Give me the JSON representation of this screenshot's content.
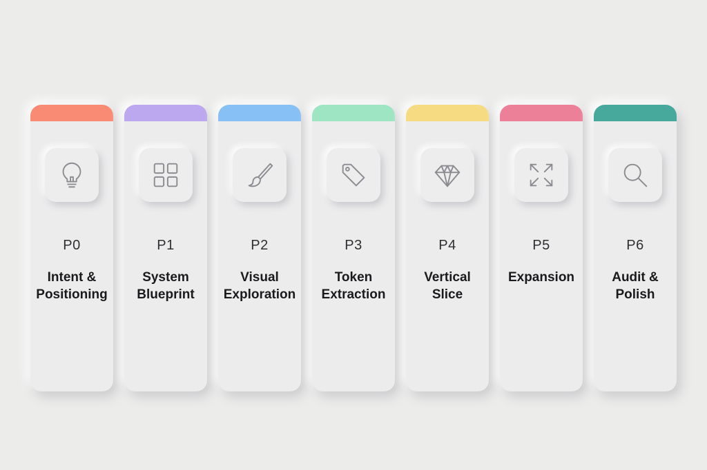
{
  "phases": [
    {
      "code": "P0",
      "title_lines": [
        "Intent &",
        "Positioning"
      ],
      "accent": "#f98b74",
      "icon": "lightbulb-icon"
    },
    {
      "code": "P1",
      "title_lines": [
        "System",
        "Blueprint"
      ],
      "accent": "#bba8ee",
      "icon": "grid-icon"
    },
    {
      "code": "P2",
      "title_lines": [
        "Visual",
        "Exploration"
      ],
      "accent": "#87c0f4",
      "icon": "paintbrush-icon"
    },
    {
      "code": "P3",
      "title_lines": [
        "Token",
        "Extraction"
      ],
      "accent": "#9ee5c3",
      "icon": "tag-icon"
    },
    {
      "code": "P4",
      "title_lines": [
        "Vertical",
        "Slice"
      ],
      "accent": "#f7db82",
      "icon": "diamond-icon"
    },
    {
      "code": "P5",
      "title_lines": [
        "Expansion"
      ],
      "accent": "#ec8098",
      "icon": "expand-icon"
    },
    {
      "code": "P6",
      "title_lines": [
        "Audit &",
        "Polish"
      ],
      "accent": "#46a99b",
      "icon": "search-icon"
    }
  ]
}
